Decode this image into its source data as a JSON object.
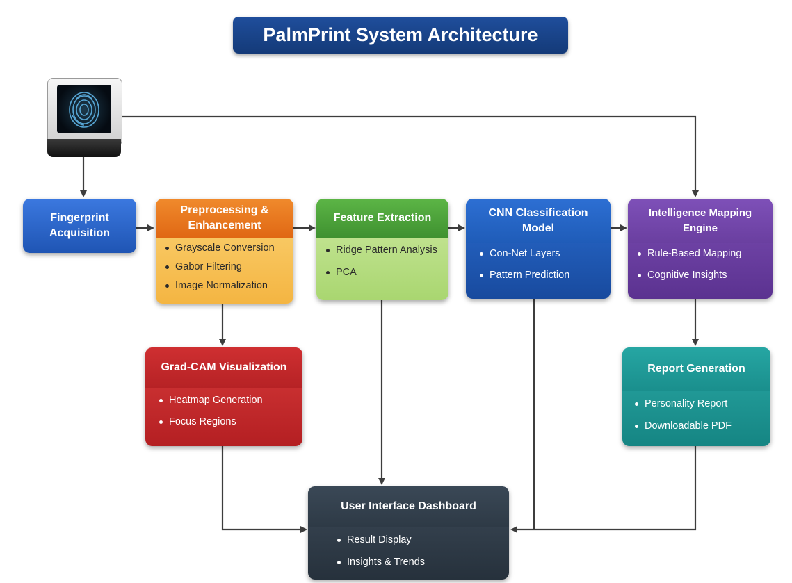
{
  "title": "PalmPrint System Architecture",
  "nodes": {
    "acquisition": {
      "title": "Fingerprint Acquisition",
      "title_line1": "Fingerprint",
      "title_line2": "Acquisition"
    },
    "preprocessing": {
      "title_line1": "Preprocessing &",
      "title_line2": "Enhancement",
      "items": [
        "Grayscale Conversion",
        "Gabor Filtering",
        "Image Normalization"
      ]
    },
    "feature": {
      "title": "Feature Extraction",
      "items": [
        "Ridge Pattern Analysis",
        "PCA"
      ]
    },
    "cnn": {
      "title": "CNN Classification Model",
      "items": [
        "Con-Net Layers",
        "Pattern Prediction"
      ]
    },
    "intelligence": {
      "title": "Intelligence Mapping Engine",
      "items": [
        "Rule-Based Mapping",
        "Cognitive Insights"
      ]
    },
    "gradcam": {
      "title": "Grad-CAM Visualization",
      "items": [
        "Heatmap Generation",
        "Focus Regions"
      ]
    },
    "report": {
      "title": "Report Generation",
      "items": [
        "Personality Report",
        "Downloadable PDF"
      ]
    },
    "dashboard": {
      "title": "User Interface Dashboard",
      "items": [
        "Result Display",
        "Insights & Trends"
      ]
    }
  },
  "icons": {
    "scanner": "fingerprint-scanner-icon"
  },
  "colors": {
    "title_bg": "#1a4589",
    "acquisition": "#2563c9",
    "preprocessing_head": "#e8741c",
    "preprocessing_body": "#f7c25a",
    "feature_head": "#4fa33a",
    "feature_body": "#bfe08f",
    "cnn": "#1f5cb8",
    "intelligence": "#6a3fa0",
    "gradcam": "#c8272a",
    "report": "#1f9a98",
    "dashboard": "#33414f",
    "arrow": "#3d3d3d"
  }
}
